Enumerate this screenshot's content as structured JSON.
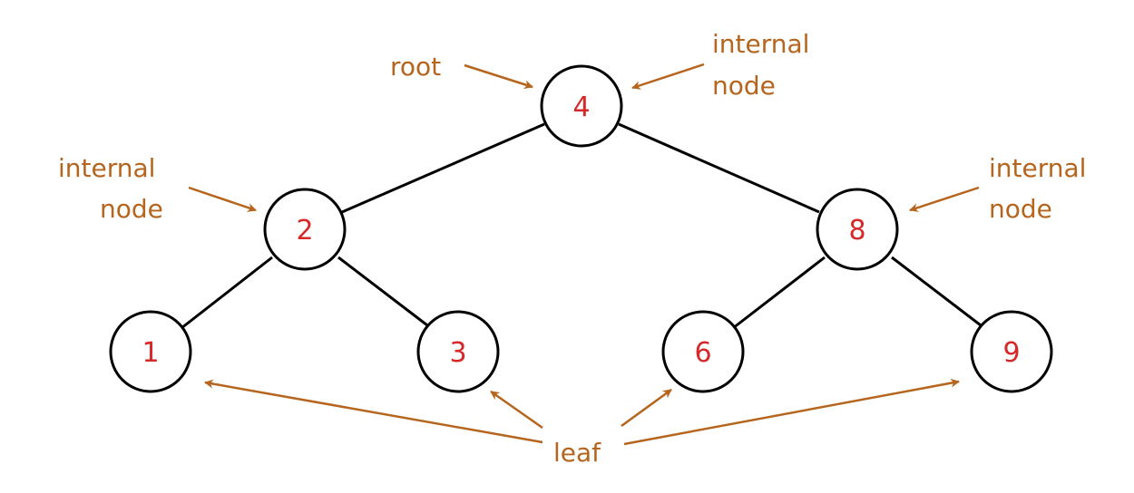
{
  "colors": {
    "node_label": "#d62828",
    "annotation": "#b5651d",
    "edge": "#000000"
  },
  "nodes": [
    {
      "id": "n4",
      "label": "4"
    },
    {
      "id": "n2",
      "label": "2"
    },
    {
      "id": "n8",
      "label": "8"
    },
    {
      "id": "n1",
      "label": "1"
    },
    {
      "id": "n3",
      "label": "3"
    },
    {
      "id": "n6",
      "label": "6"
    },
    {
      "id": "n9",
      "label": "9"
    }
  ],
  "edges": [
    {
      "from": "4",
      "to": "2"
    },
    {
      "from": "4",
      "to": "8"
    },
    {
      "from": "2",
      "to": "1"
    },
    {
      "from": "2",
      "to": "3"
    },
    {
      "from": "8",
      "to": "6"
    },
    {
      "from": "8",
      "to": "9"
    }
  ],
  "annotations": {
    "root": "root",
    "internal_top": [
      "internal",
      "node"
    ],
    "internal_left": [
      "internal",
      "node"
    ],
    "internal_right": [
      "internal",
      "node"
    ],
    "leaf": "leaf"
  }
}
